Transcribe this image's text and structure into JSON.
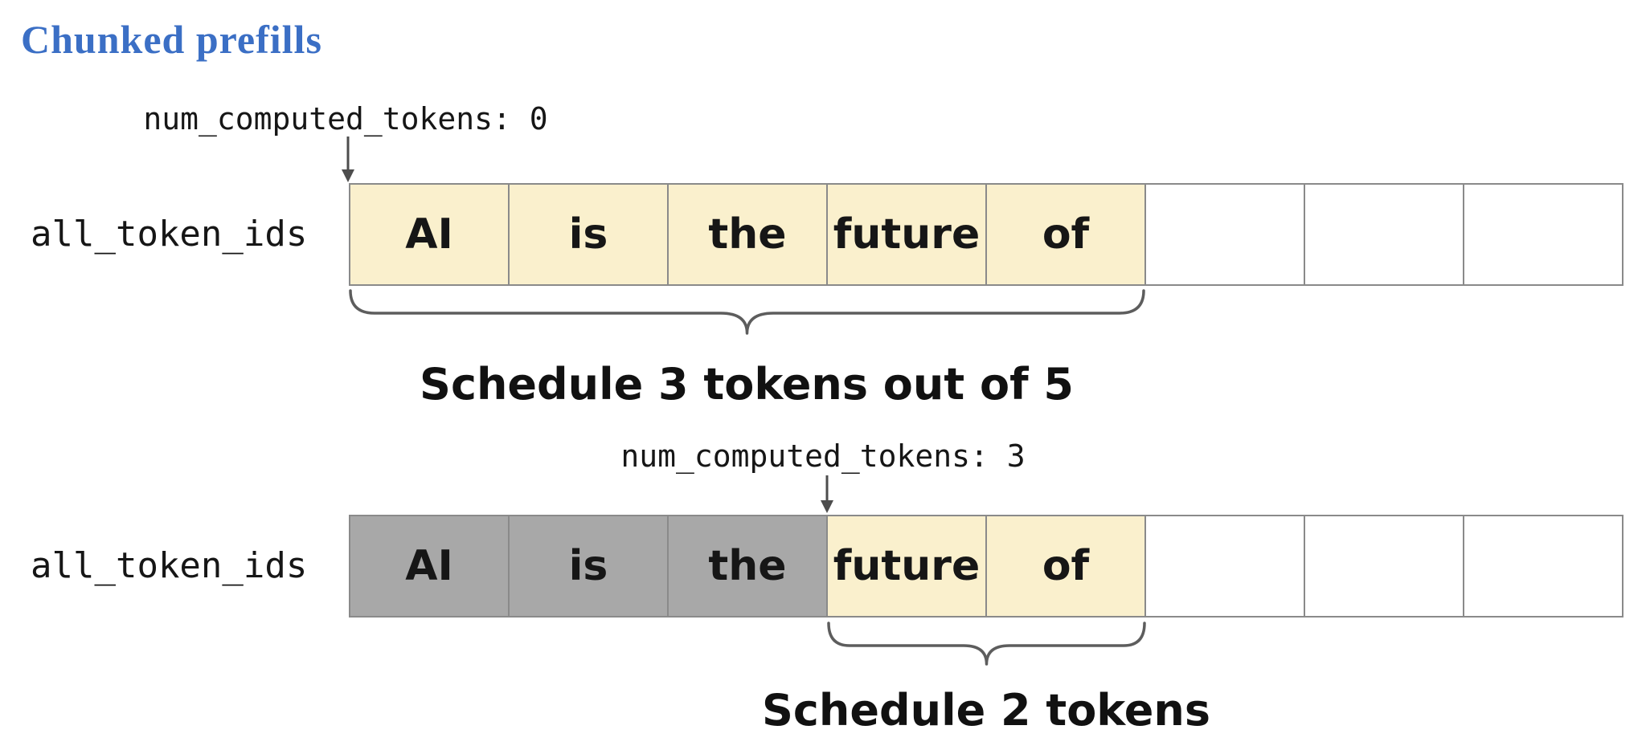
{
  "title": "Chunked prefills",
  "colors": {
    "title": "#3b6fc5",
    "scheduled_fill": "#faf0cd",
    "computed_fill": "#a8a8a8",
    "empty_fill": "#ffffff",
    "cell_border": "#8a8a8a"
  },
  "steps": [
    {
      "pointer_label": "num_computed_tokens: 0",
      "row_label": "all_token_ids",
      "cells": [
        {
          "text": "AI",
          "state": "scheduled"
        },
        {
          "text": "is",
          "state": "scheduled"
        },
        {
          "text": "the",
          "state": "scheduled"
        },
        {
          "text": "future",
          "state": "scheduled"
        },
        {
          "text": "of",
          "state": "scheduled"
        },
        {
          "text": "",
          "state": "empty"
        },
        {
          "text": "",
          "state": "empty"
        },
        {
          "text": "",
          "state": "empty"
        }
      ],
      "caption": "Schedule 3 tokens out of 5"
    },
    {
      "pointer_label": "num_computed_tokens: 3",
      "row_label": "all_token_ids",
      "cells": [
        {
          "text": "AI",
          "state": "computed"
        },
        {
          "text": "is",
          "state": "computed"
        },
        {
          "text": "the",
          "state": "computed"
        },
        {
          "text": "future",
          "state": "scheduled"
        },
        {
          "text": "of",
          "state": "scheduled"
        },
        {
          "text": "",
          "state": "empty"
        },
        {
          "text": "",
          "state": "empty"
        },
        {
          "text": "",
          "state": "empty"
        }
      ],
      "caption": "Schedule 2 tokens"
    }
  ]
}
